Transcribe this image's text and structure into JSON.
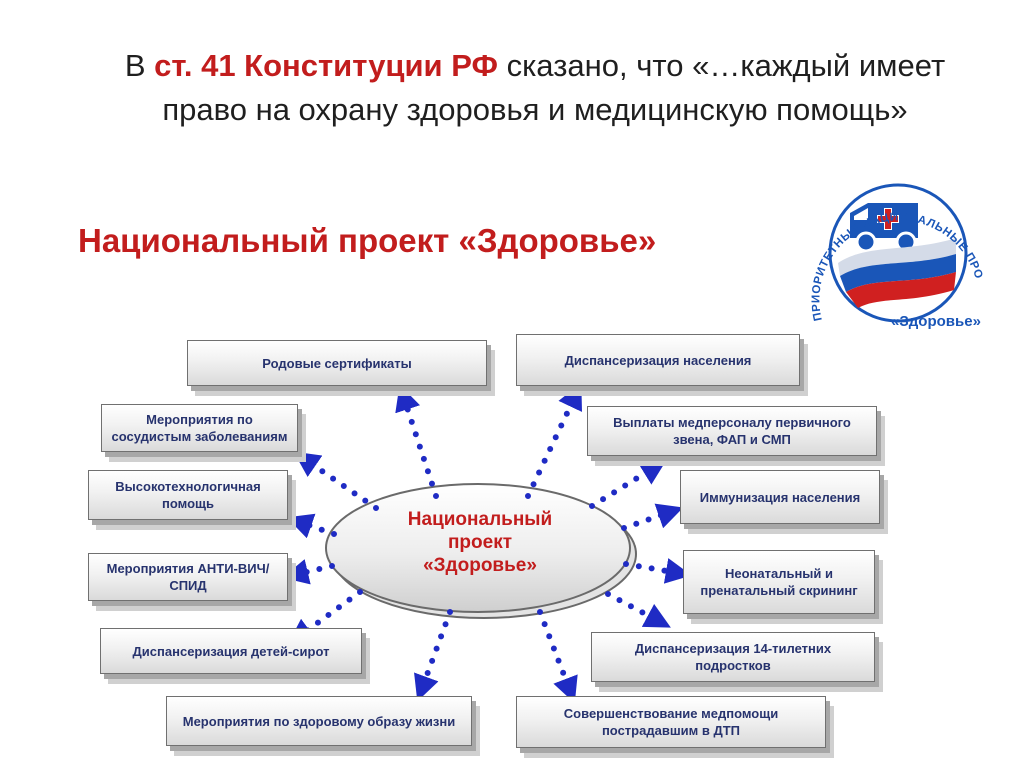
{
  "quote": {
    "prefix": "В ",
    "ref": "ст. 41 Конституции РФ",
    "text": " сказано, что «…каждый имеет право на охрану здоровья и медицинскую помощь»"
  },
  "heading": "Национальный проект «Здоровье»",
  "logo": {
    "arc_text": "ПРИОРИТЕТНЫЕ НАЦИОНАЛЬНЫЕ ПРОЕКТЫ",
    "bottom_text": "«Здоровье»"
  },
  "hub": {
    "line1": "Национальный",
    "line2": "проект",
    "line3": "«Здоровье»"
  },
  "nodes": {
    "rodovye": "Родовые сертификаты",
    "sosud": "Мероприятия по сосудистым заболеваниям",
    "vysoko": "Высокотехнологичная помощь",
    "vich": "Мероприятия АНТИ-ВИЧ/СПИД",
    "siroty": "Диспансеризация детей-сирот",
    "zozh": "Мероприятия по здоровому образу жизни",
    "naselenie": "Диспансеризация населения",
    "vyplaty": "Выплаты медперсоналу первичного звена, ФАП и СМП",
    "immun": "Иммунизация населения",
    "neonat": "Неонатальный и пренатальный скрининг",
    "podrostki": "Диспансеризация 14-тилетних подростков",
    "dtp": "Совершенствование медпомощи пострадавшим в ДТП"
  },
  "colors": {
    "accent_red": "#c21d1d",
    "node_text": "#27336e",
    "arrow_blue": "#1f2bc4",
    "logo_blue": "#1a56b8"
  }
}
